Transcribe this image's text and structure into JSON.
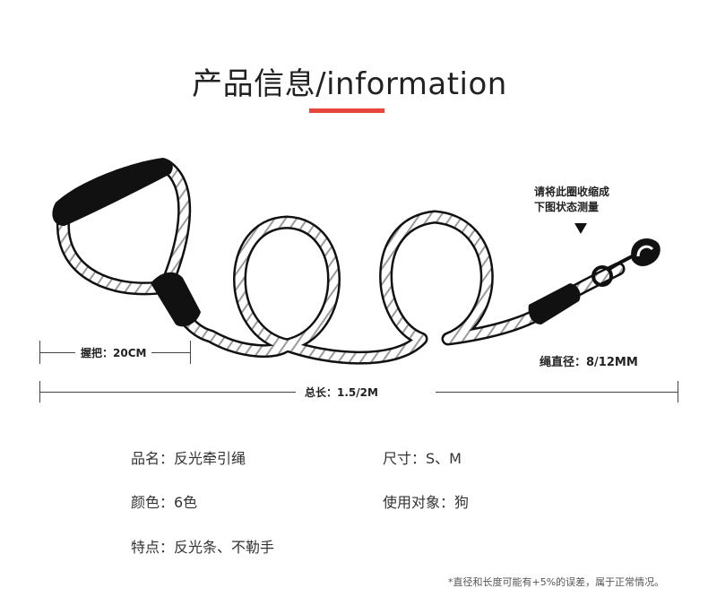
{
  "header": {
    "title": "产品信息/information",
    "accent_color": "#e8453c"
  },
  "illustration": {
    "subject": "leash-illustration",
    "note_line1": "请将此圈收缩成",
    "note_line2": "下图状态测量",
    "handle_label": "握把：20CM",
    "diameter_label": "绳直径：8/12MM",
    "length_label": "总长：1.5/2M"
  },
  "specs": {
    "name": "品名：反光牵引绳",
    "size": "尺寸：S、M",
    "color": "颜色：6色",
    "usage": "使用对象：狗",
    "feature": "特点：反光条、不勒手"
  },
  "footnote": "*直径和长度可能有+5%的误差，属于正常情况。"
}
